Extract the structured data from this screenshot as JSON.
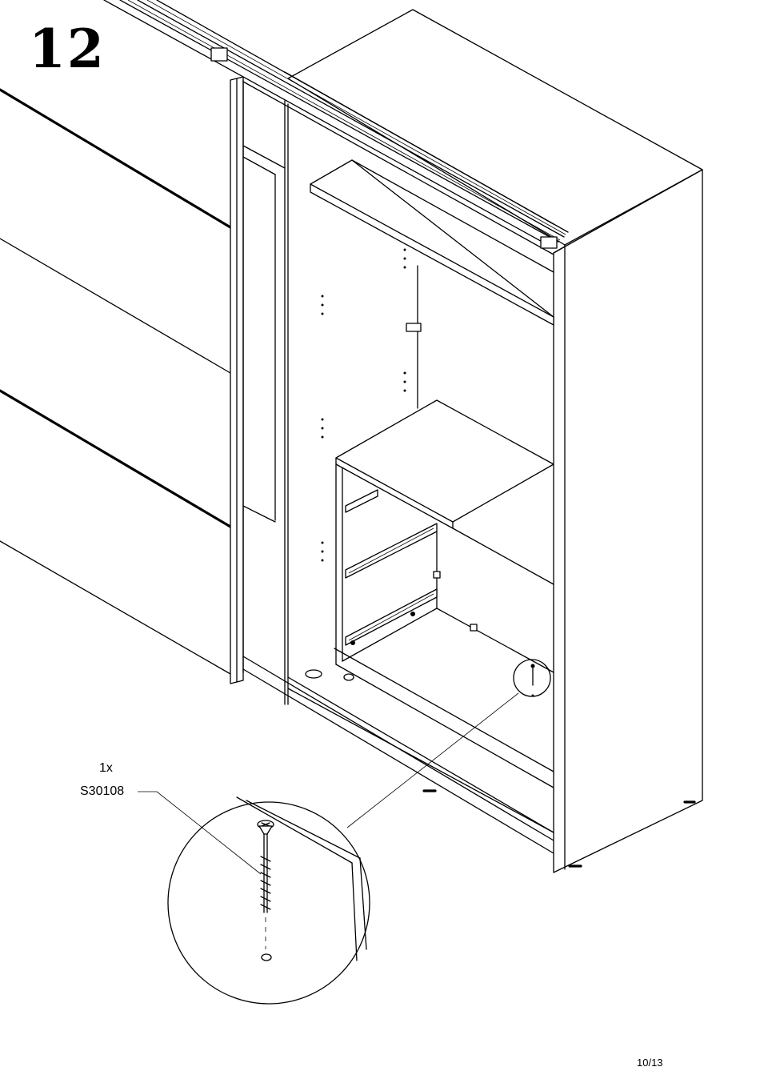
{
  "step": {
    "number": "12"
  },
  "part": {
    "quantity": "1x",
    "code": "S30108"
  },
  "footer": {
    "page": "10/13"
  }
}
